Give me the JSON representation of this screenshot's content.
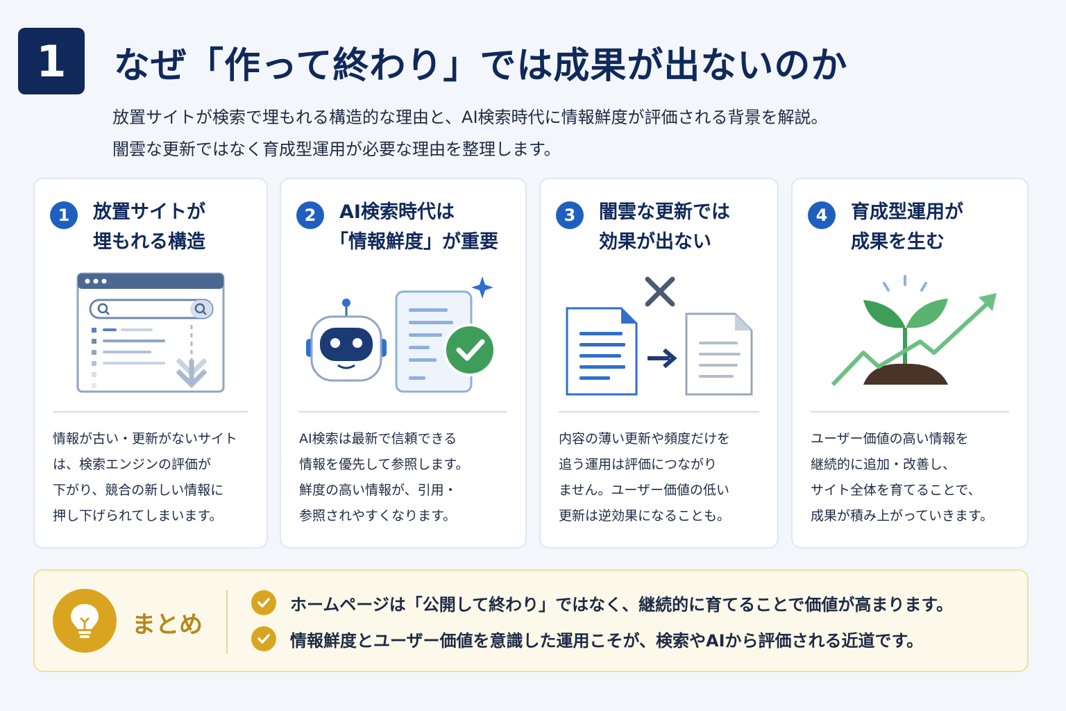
{
  "header": {
    "section_number": "1",
    "title": "なぜ「作って終わり」では成果が出ないのか",
    "subtitle_lines": [
      "放置サイトが検索で埋もれる構造的な理由と、AI検索時代に情報鮮度が評価される背景を解説。",
      "闇雲な更新ではなく育成型運用が必要な理由を整理します。"
    ]
  },
  "cards": [
    {
      "number": "1",
      "title_lines": [
        "放置サイトが",
        "埋もれる構造"
      ],
      "body_lines": [
        "情報が古い・更新がないサイト",
        "は、検索エンジンの評価が",
        "下がり、競合の新しい情報に",
        "押し下げられてしまいます。"
      ],
      "icons": [
        "browser-window",
        "search-icon",
        "arrow-down-icon"
      ]
    },
    {
      "number": "2",
      "title_lines": [
        "AI検索時代は",
        "「情報鮮度」が重要"
      ],
      "body_lines": [
        "AI検索は最新で信頼できる",
        "情報を優先して参照します。",
        "鮮度の高い情報が、引用・",
        "参照されやすくなります。"
      ],
      "icons": [
        "robot-icon",
        "document-icon",
        "check-circle-icon",
        "sparkle-icon"
      ]
    },
    {
      "number": "3",
      "title_lines": [
        "闇雲な更新では",
        "効果が出ない"
      ],
      "body_lines": [
        "内容の薄い更新や頻度だけを",
        "追う運用は評価につながり",
        "ません。ユーザー価値の低い",
        "更新は逆効果になることも。"
      ],
      "icons": [
        "document-icon",
        "arrow-right-icon",
        "cross-icon"
      ]
    },
    {
      "number": "4",
      "title_lines": [
        "育成型運用が",
        "成果を生む"
      ],
      "body_lines": [
        "ユーザー価値の高い情報を",
        "継続的に追加・改善し、",
        "サイト全体を育てることで、",
        "成果が積み上がっていきます。"
      ],
      "icons": [
        "sprout-icon",
        "growth-arrow-icon"
      ]
    }
  ],
  "summary": {
    "label": "まとめ",
    "points": [
      "ホームページは「公開して終わり」ではなく、継続的に育てることで価値が高まります。",
      "情報鮮度とユーザー価値を意識した運用こそが、検索やAIから評価される近道です。"
    ]
  },
  "colors": {
    "navy": "#10295a",
    "blue": "#1f5fbf",
    "green": "#3f9d5a",
    "gold": "#d9a520",
    "background": "#f3f7fc"
  }
}
